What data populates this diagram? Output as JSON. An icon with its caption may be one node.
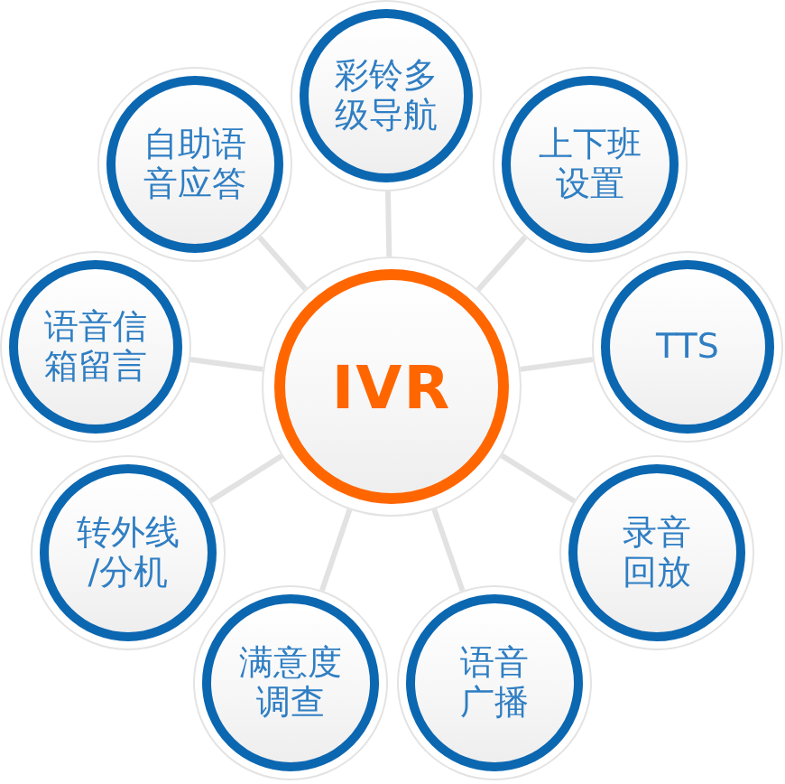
{
  "diagram": {
    "nodes": [
      {
        "text": [
          "IVR"
        ]
      },
      {
        "text": [
          "彩铃多级导航"
        ]
      },
      {
        "text": [
          "自助语音应答"
        ]
      },
      {
        "text": [
          "上下班设置"
        ]
      },
      {
        "text": [
          "语音信箱留言"
        ]
      },
      {
        "text": [
          "TTS"
        ]
      },
      {
        "text": [
          "转外线/分机"
        ]
      },
      {
        "text": [
          "录音回放"
        ]
      },
      {
        "text": [
          "满意度调查"
        ]
      },
      {
        "text": [
          "语音广播"
        ]
      }
    ],
    "edges": [
      {
        "from": 0,
        "to": 1,
        "arrow": "none"
      },
      {
        "from": 0,
        "to": 2,
        "arrow": "none"
      },
      {
        "from": 0,
        "to": 3,
        "arrow": "none"
      },
      {
        "from": 0,
        "to": 4,
        "arrow": "none"
      },
      {
        "from": 0,
        "to": 5,
        "arrow": "none"
      },
      {
        "from": 0,
        "to": 6,
        "arrow": "none"
      },
      {
        "from": 0,
        "to": 7,
        "arrow": "none"
      },
      {
        "from": 0,
        "to": 8,
        "arrow": "none"
      },
      {
        "from": 0,
        "to": 9,
        "arrow": "none"
      }
    ]
  }
}
